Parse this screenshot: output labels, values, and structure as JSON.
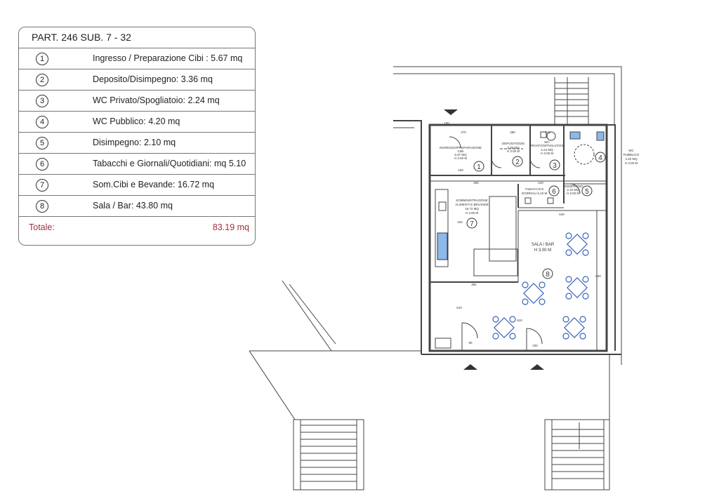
{
  "legend": {
    "title": "PART. 246 SUB. 7 - 32",
    "rows": [
      {
        "num": "1",
        "text": "Ingresso / Preparazione Cibi : 5.67 mq"
      },
      {
        "num": "2",
        "text": "Deposito/Disimpegno: 3.36 mq"
      },
      {
        "num": "3",
        "text": "WC Privato/Spogliatoio: 2.24 mq"
      },
      {
        "num": "4",
        "text": "WC Pubblico: 4.20 mq"
      },
      {
        "num": "5",
        "text": "Disimpegno: 2.10 mq"
      },
      {
        "num": "6",
        "text": "Tabacchi e Giornali/Quotidiani: mq 5.10"
      },
      {
        "num": "7",
        "text": "Som.Cibi e Bevande: 16.72 mq"
      },
      {
        "num": "8",
        "text": "Sala / Bar: 43.80 mq"
      }
    ],
    "total_label": "Totale:",
    "total_value": "83.19 mq"
  },
  "plan": {
    "room_labels": {
      "r1": [
        "INGRESSO/PREPARAZIONE",
        "CIBI",
        "5.67 MQ",
        "H 3.00 M"
      ],
      "r2": [
        "DEPOSITO/DIS",
        "3.36 MQ",
        "H 3.00 M"
      ],
      "r3": [
        "WC",
        "PRIVATO/SPOGLIATOIO",
        "2.24 MQ",
        "H 3.00 M"
      ],
      "r4": [
        "WC",
        "PUBBLICO",
        "4.20 MQ",
        "H 3.00 M"
      ],
      "r5": [
        "DISIMPEGNO",
        "2.10 MQ",
        "H 3.00 M"
      ],
      "r6": [
        "TABACCHI E",
        "GIORNALI 5.10 M"
      ],
      "r7": [
        "SOMMINISTRAZIONE",
        "ALIMENTI E BEVANDE",
        "16.72 MQ",
        "H 2.85 M"
      ],
      "r8": [
        "SALA / BAR",
        "H 3.00 M"
      ]
    },
    "room_numbers": [
      "1",
      "2",
      "3",
      "4",
      "5",
      "6",
      "7",
      "8"
    ],
    "dimensions": [
      "270",
      "380",
      "210",
      "260",
      "210",
      "640",
      "440",
      "381",
      "610",
      "660",
      "510",
      "90",
      "100",
      "100",
      "100"
    ]
  }
}
